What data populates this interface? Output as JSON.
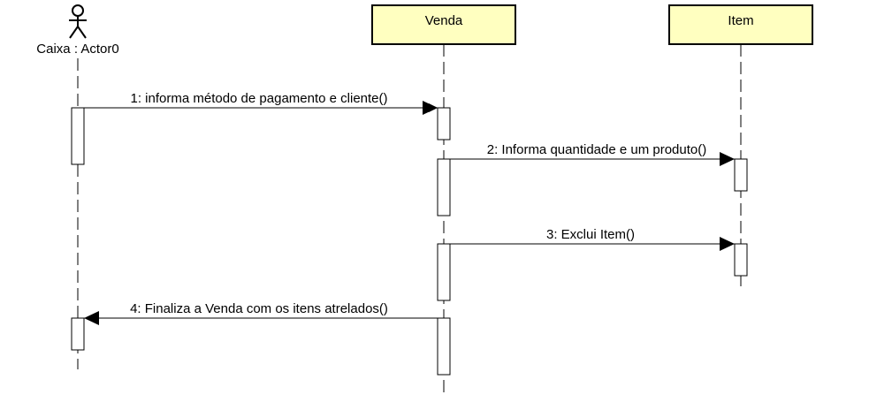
{
  "diagram": {
    "actor": {
      "label": "Caixa : Actor0",
      "icon": "stick-figure-icon"
    },
    "lifelines": [
      {
        "name": "Venda"
      },
      {
        "name": "Item"
      }
    ],
    "messages": [
      {
        "label": "1: informa método de pagamento e cliente()"
      },
      {
        "label": "2: Informa quantidade e um produto()"
      },
      {
        "label": "3: Exclui Item()"
      },
      {
        "label": "4: Finaliza a Venda com os itens atrelados()"
      }
    ],
    "colors": {
      "box_fill": "#ffffc0",
      "line": "#000000",
      "activation_fill": "#ffffff"
    }
  }
}
